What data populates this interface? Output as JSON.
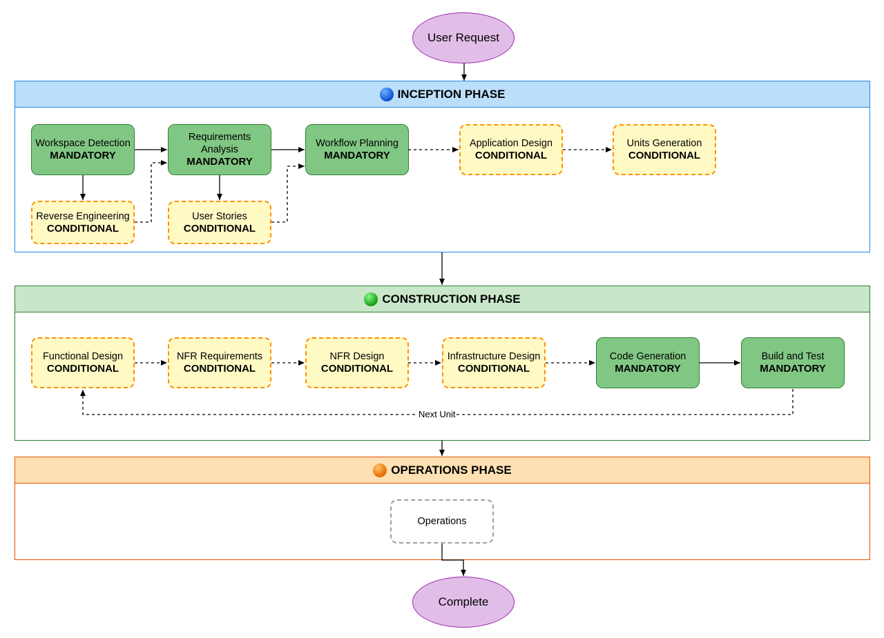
{
  "start_node": "User Request",
  "end_node": "Complete",
  "phases": {
    "inception": {
      "title": "INCEPTION PHASE",
      "stages": [
        {
          "name": "Workspace Detection",
          "status": "MANDATORY"
        },
        {
          "name": "Requirements Analysis",
          "status": "MANDATORY"
        },
        {
          "name": "Workflow Planning",
          "status": "MANDATORY"
        },
        {
          "name": "Application Design",
          "status": "CONDITIONAL"
        },
        {
          "name": "Units Generation",
          "status": "CONDITIONAL"
        },
        {
          "name": "Reverse Engineering",
          "status": "CONDITIONAL"
        },
        {
          "name": "User Stories",
          "status": "CONDITIONAL"
        }
      ]
    },
    "construction": {
      "title": "CONSTRUCTION PHASE",
      "stages": [
        {
          "name": "Functional Design",
          "status": "CONDITIONAL"
        },
        {
          "name": "NFR Requirements",
          "status": "CONDITIONAL"
        },
        {
          "name": "NFR Design",
          "status": "CONDITIONAL"
        },
        {
          "name": "Infrastructure Design",
          "status": "CONDITIONAL"
        },
        {
          "name": "Code Generation",
          "status": "MANDATORY"
        },
        {
          "name": "Build and Test",
          "status": "MANDATORY"
        }
      ],
      "loop_label": "Next Unit"
    },
    "operations": {
      "title": "OPERATIONS PHASE",
      "stages": [
        {
          "name": "Operations"
        }
      ]
    }
  },
  "colors": {
    "mandatory_fill": "#81c784",
    "conditional_fill": "#fff9c4",
    "conditional_border": "#ff8f00",
    "terminal_fill": "#e1bee7"
  }
}
